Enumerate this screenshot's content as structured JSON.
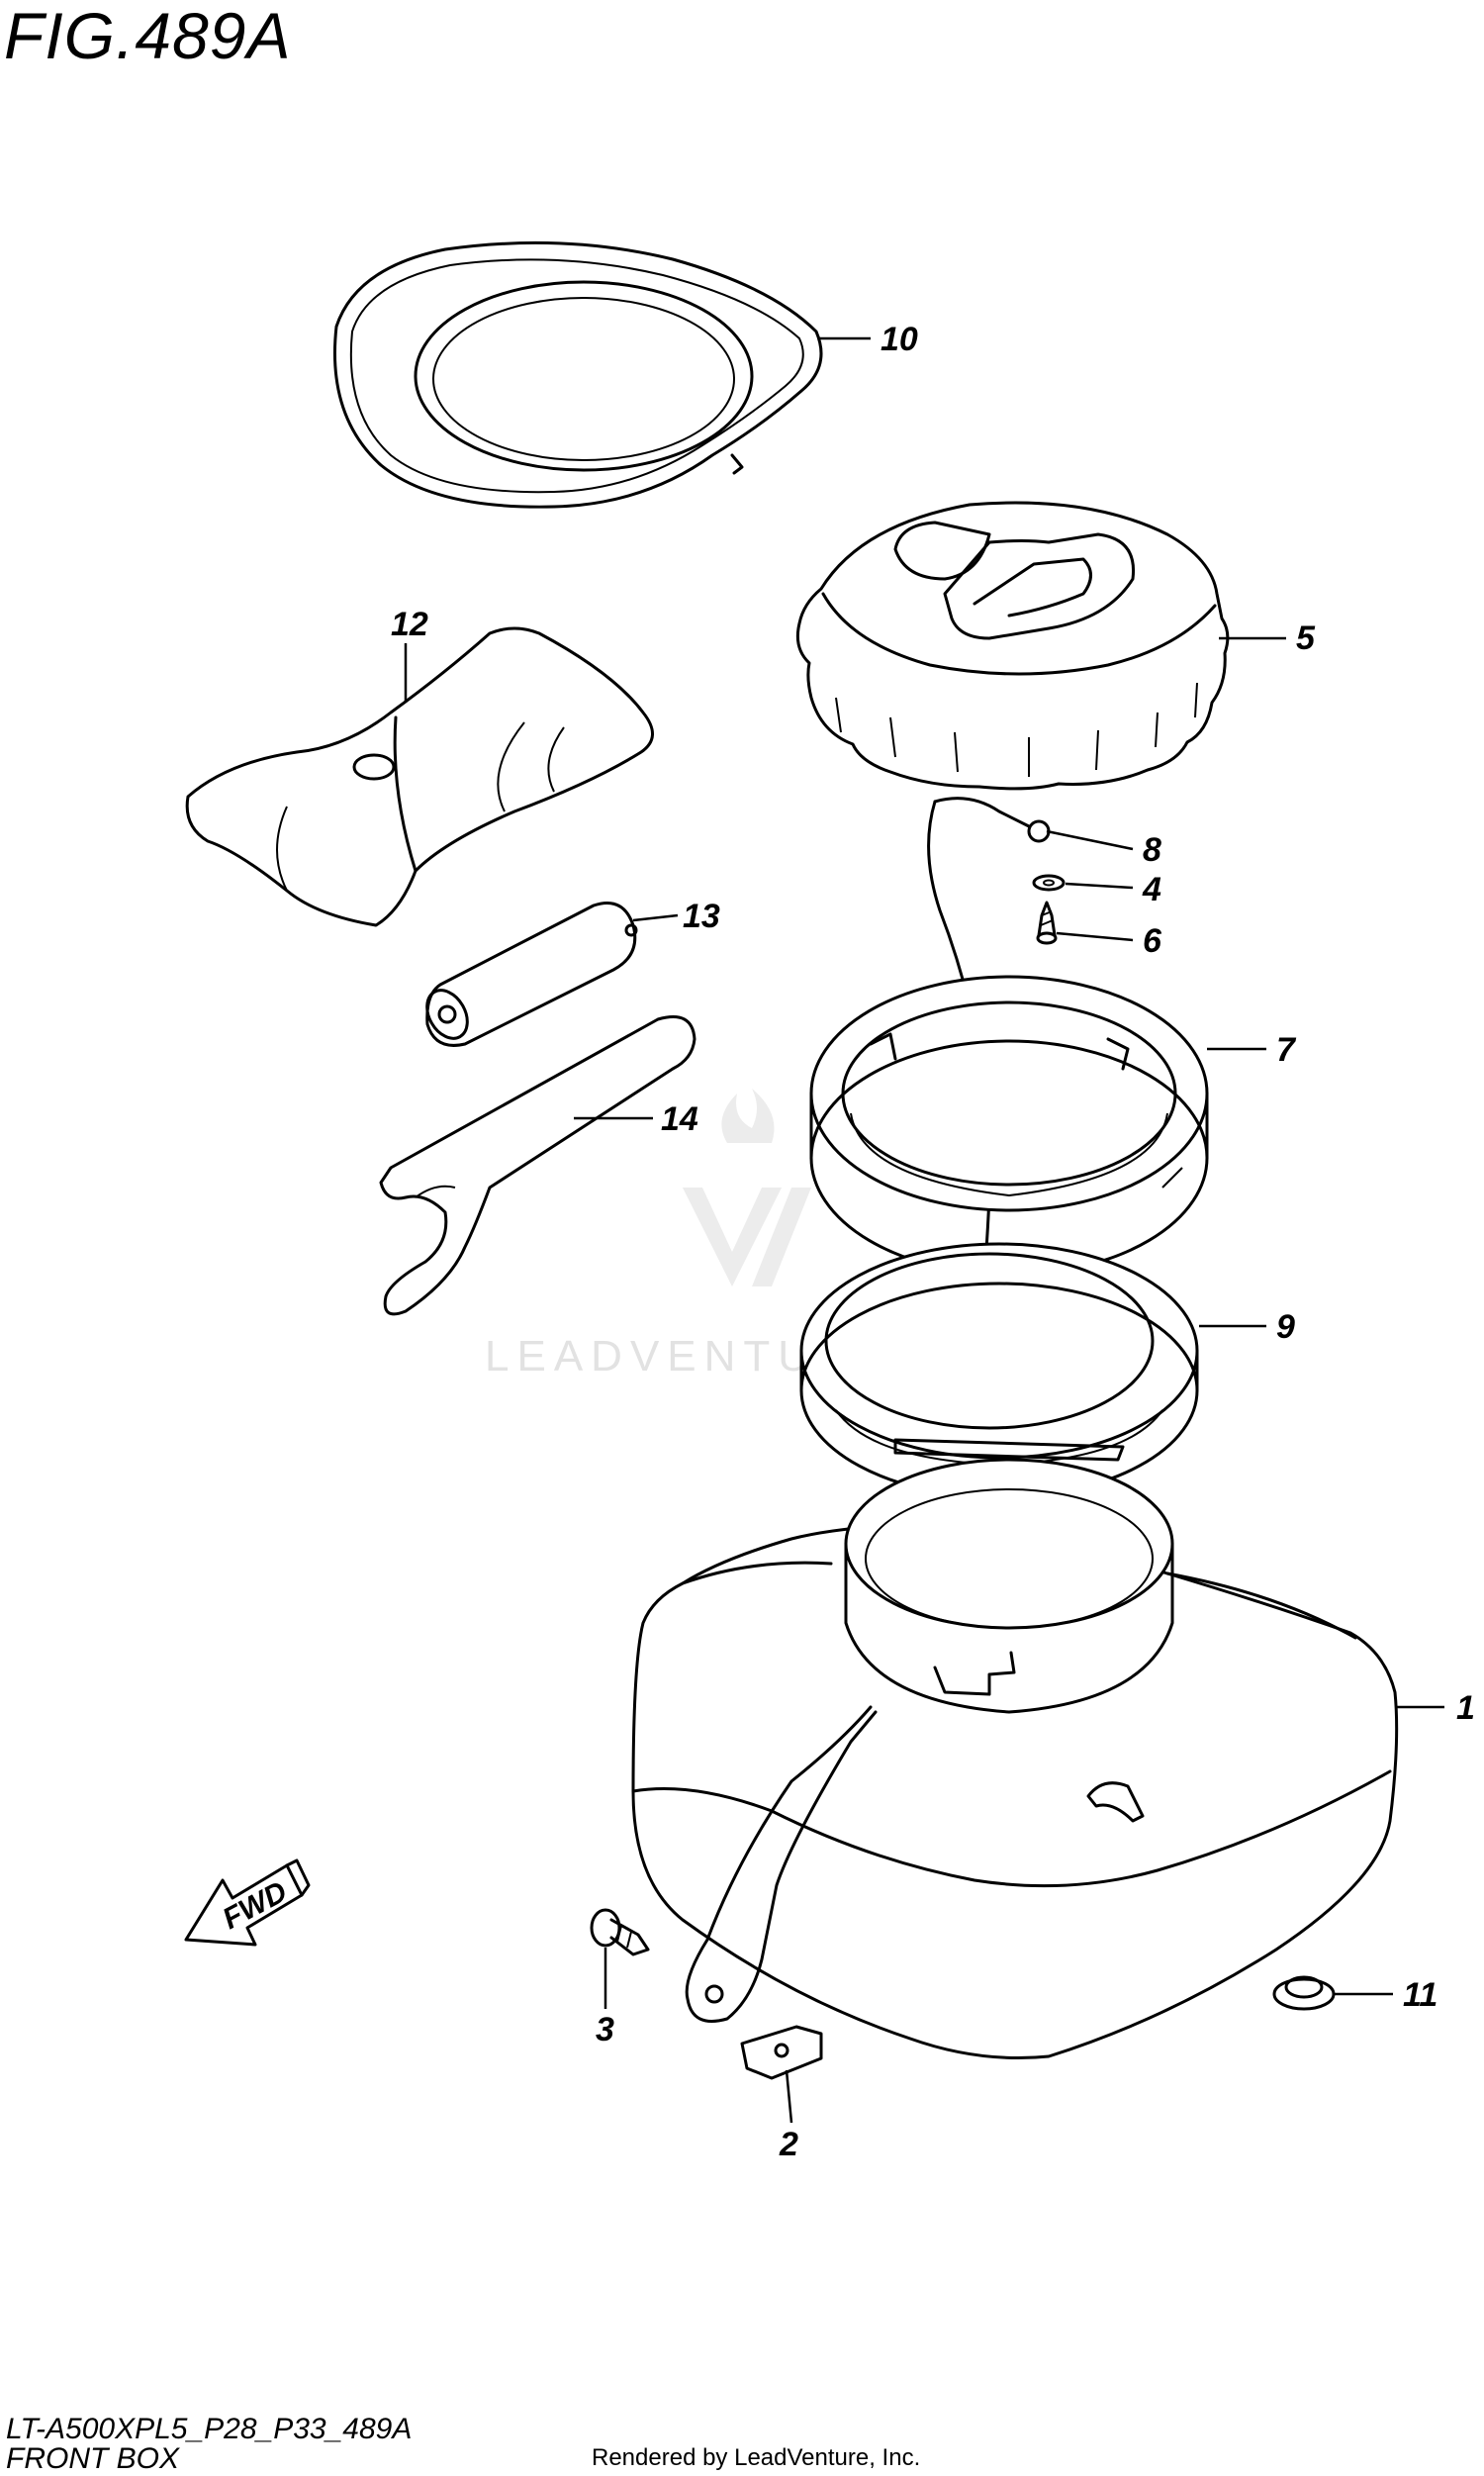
{
  "header": {
    "figure_title": "FIG.489A"
  },
  "footer": {
    "model_code": "LT-A500XPL5_P28_P33_489A",
    "section_name": "FRONT BOX",
    "render_credit": "Rendered by LeadVenture, Inc."
  },
  "watermark": {
    "text": "LEADVENTURE"
  },
  "direction_arrow": {
    "label": "FWD"
  },
  "callouts": {
    "c1": "1",
    "c2": "2",
    "c3": "3",
    "c4": "4",
    "c5": "5",
    "c6": "6",
    "c7": "7",
    "c8": "8",
    "c9": "9",
    "c10": "10",
    "c11": "11",
    "c12": "12",
    "c13": "13",
    "c14": "14"
  },
  "parts": [
    {
      "ref": "1",
      "name": "front-box"
    },
    {
      "ref": "2",
      "name": "clip-nut"
    },
    {
      "ref": "3",
      "name": "screw"
    },
    {
      "ref": "4",
      "name": "washer"
    },
    {
      "ref": "5",
      "name": "cap"
    },
    {
      "ref": "6",
      "name": "screw"
    },
    {
      "ref": "7",
      "name": "cap-ring"
    },
    {
      "ref": "8",
      "name": "cord"
    },
    {
      "ref": "9",
      "name": "ring"
    },
    {
      "ref": "10",
      "name": "seal-gasket"
    },
    {
      "ref": "11",
      "name": "grommet"
    },
    {
      "ref": "12",
      "name": "tool-bag"
    },
    {
      "ref": "13",
      "name": "bolt-holder"
    },
    {
      "ref": "14",
      "name": "wrench"
    }
  ]
}
